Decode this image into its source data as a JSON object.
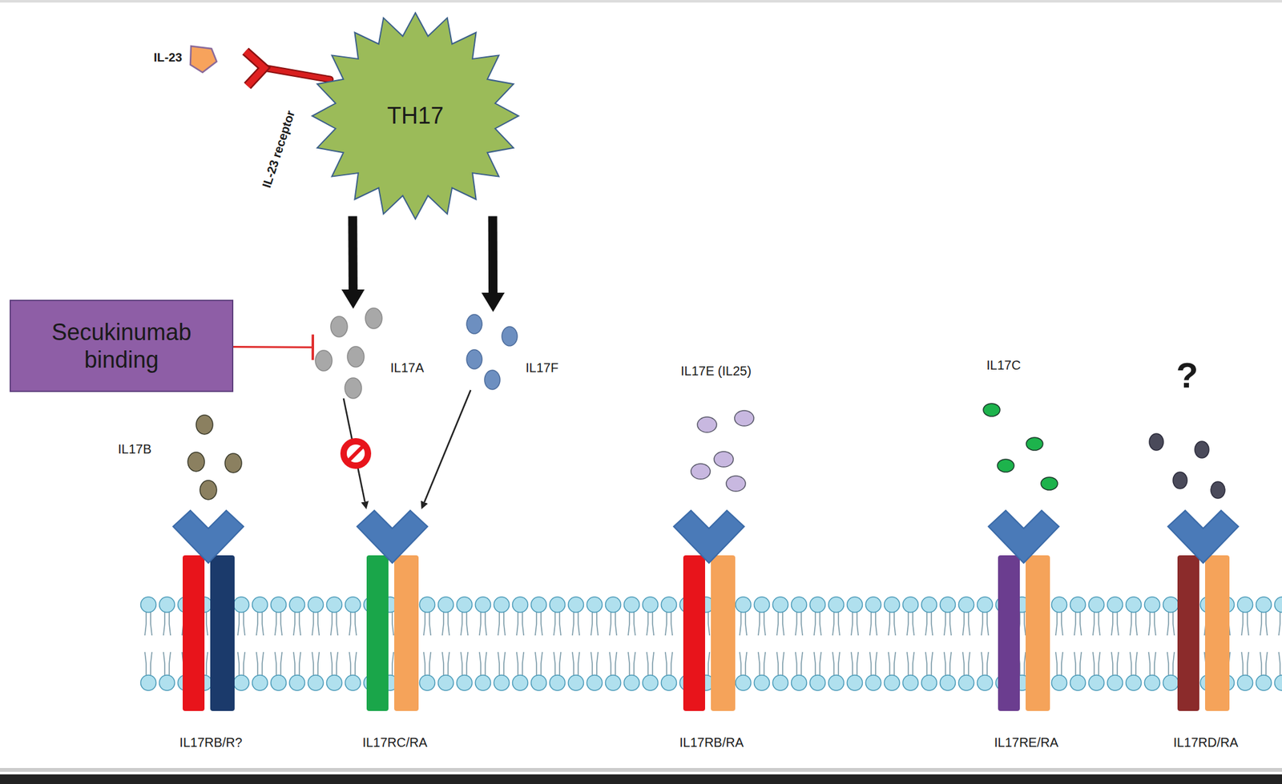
{
  "diagram": {
    "nodes": [
      {
        "text": [
          "TH17"
        ]
      },
      {
        "text": [
          "Secukinumab binding"
        ]
      },
      {
        "text": [
          "IL17A"
        ]
      },
      {
        "text": [
          "IL17F"
        ]
      },
      {
        "text": [
          "IL17B"
        ]
      },
      {
        "text": [
          "IL17E (IL25)"
        ]
      },
      {
        "text": [
          "IL17C"
        ]
      },
      {
        "text": [
          "?"
        ]
      },
      {
        "text": [
          "IL17RB/R?"
        ]
      },
      {
        "text": [
          "IL17RC/RA"
        ]
      },
      {
        "text": [
          "IL17RB/RA"
        ]
      },
      {
        "text": [
          "IL17RE/RA"
        ]
      },
      {
        "text": [
          "IL17RD/RA"
        ]
      }
    ],
    "edges": [
      {
        "from": 0,
        "to": 2,
        "arrow": "to"
      },
      {
        "from": 0,
        "to": 3,
        "arrow": "to"
      },
      {
        "from": 1,
        "to": 2,
        "arrow": "to"
      },
      {
        "from": 2,
        "to": 9,
        "arrow": "to"
      },
      {
        "from": 3,
        "to": 9,
        "arrow": "to"
      }
    ],
    "labels": [
      "IL-23",
      "IL-23 receptor"
    ]
  }
}
